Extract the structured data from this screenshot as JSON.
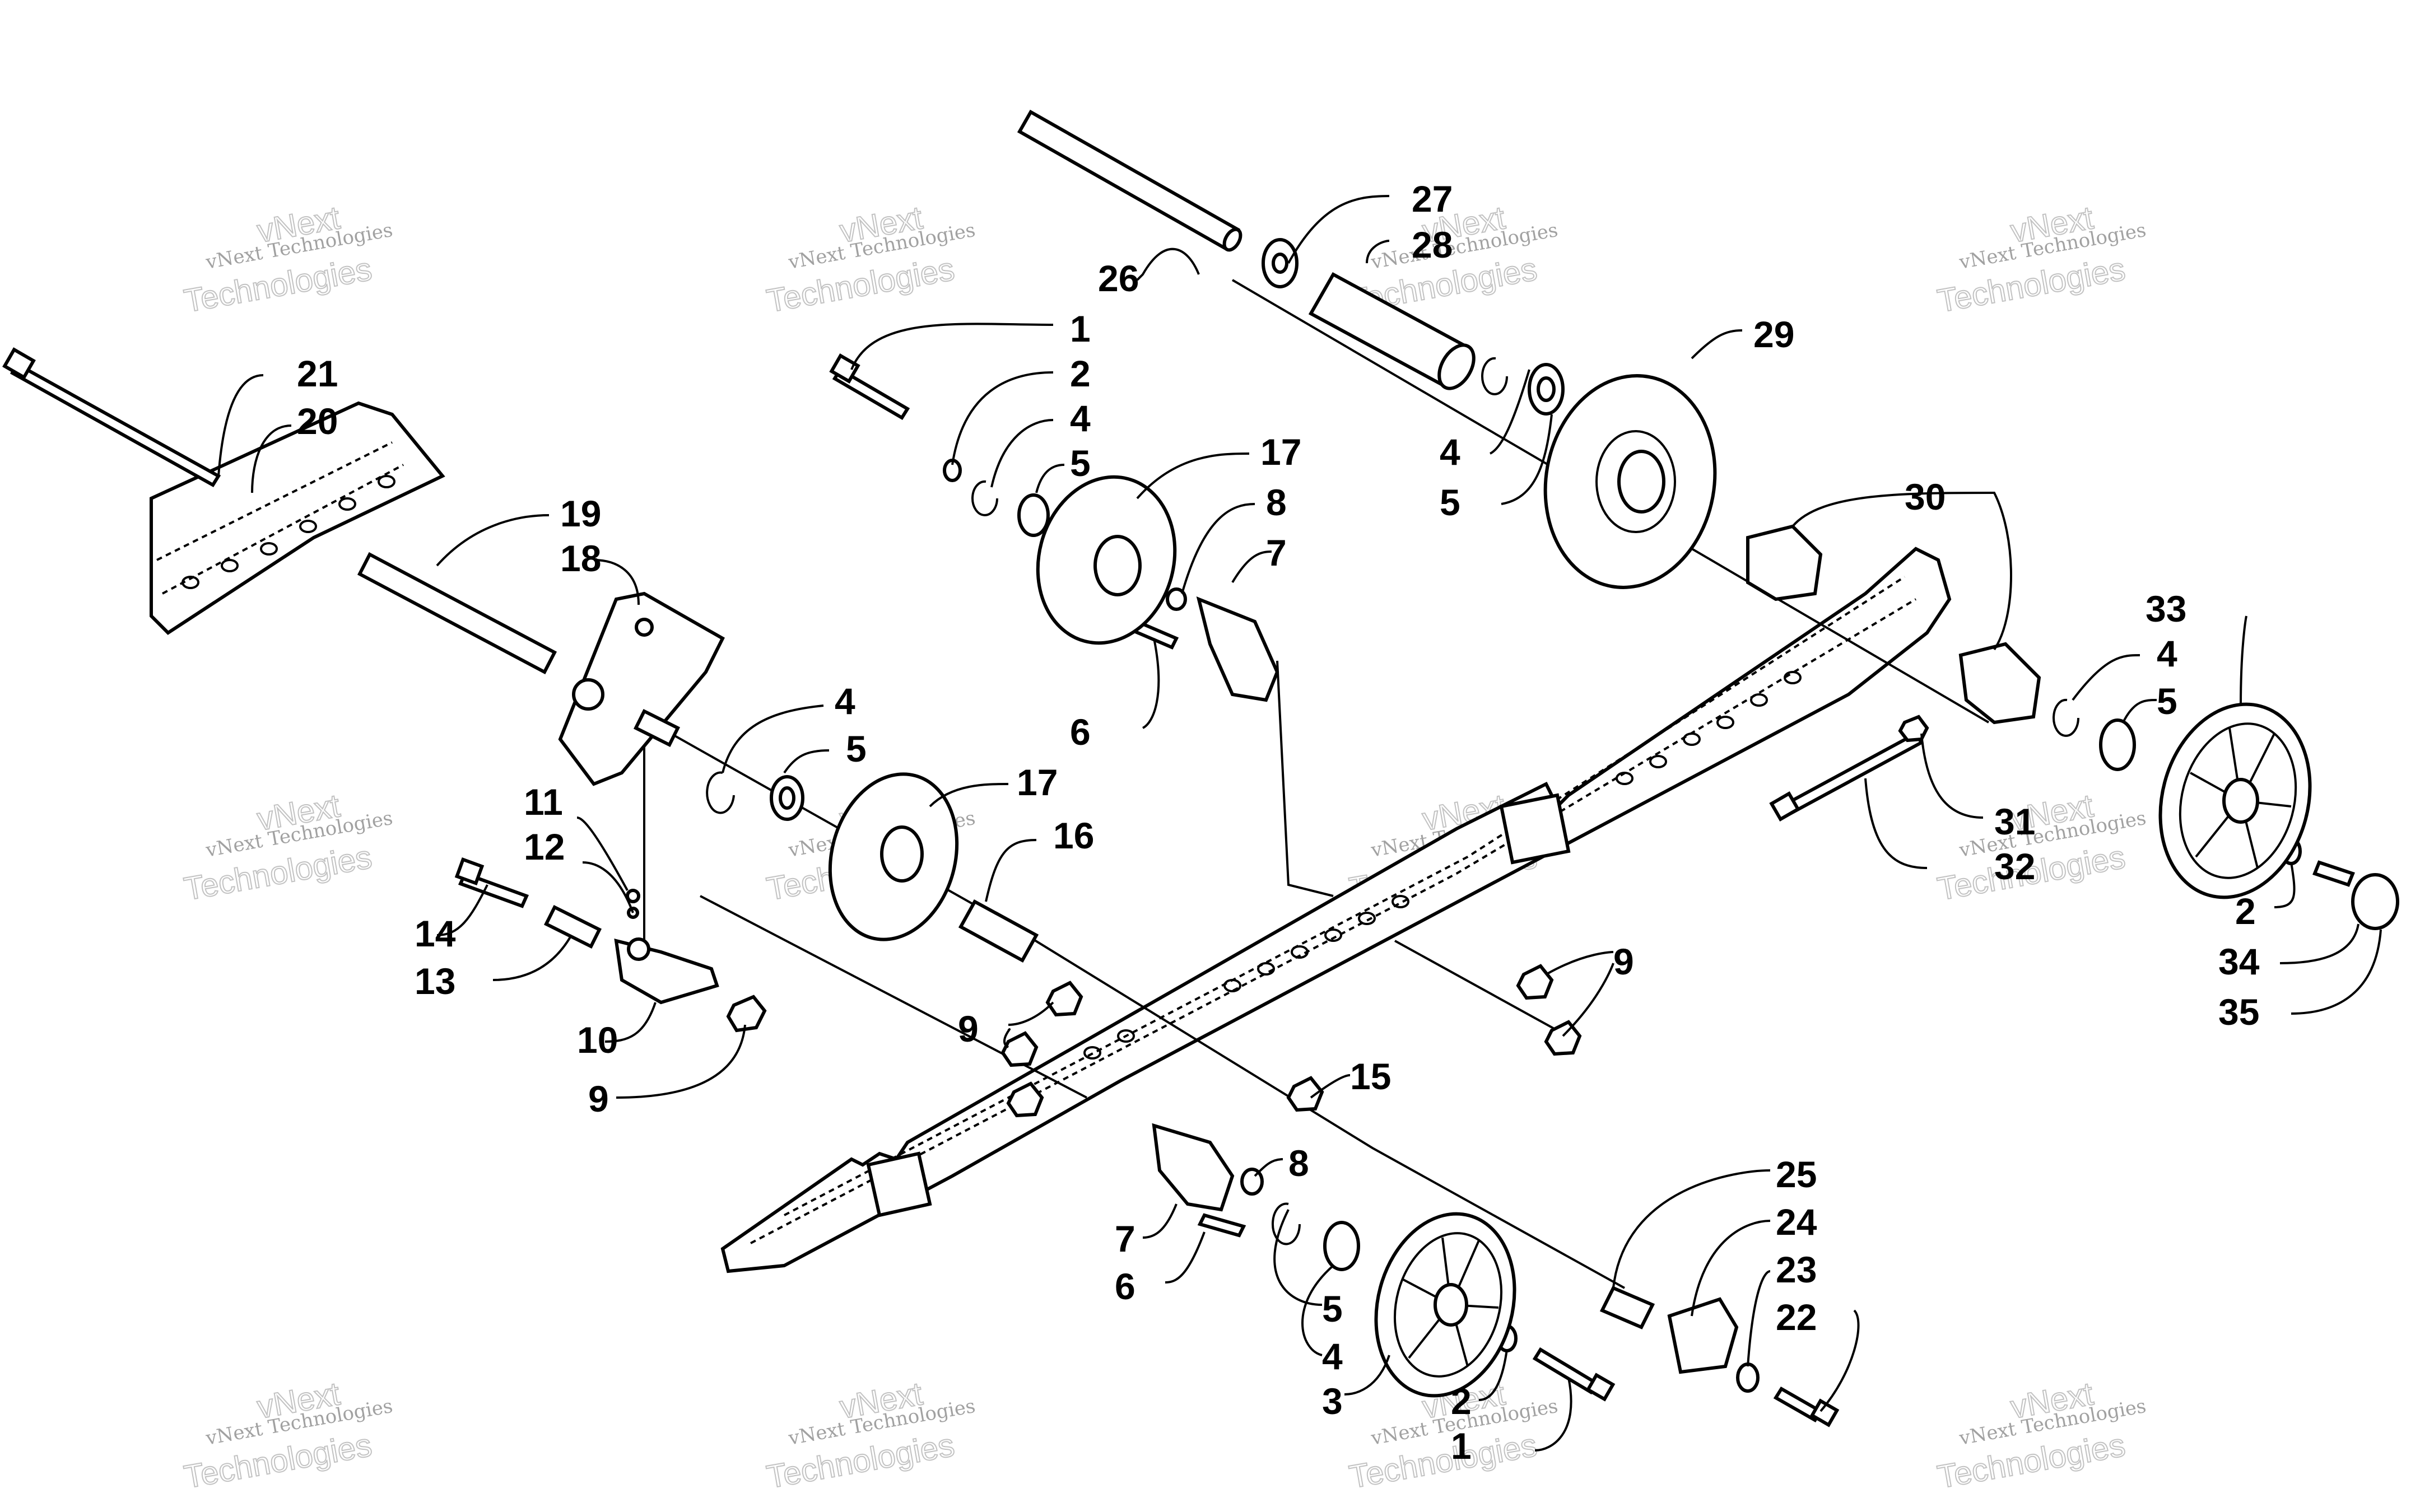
{
  "watermark": {
    "big_text": "vNext",
    "small_text": "vNext Technologies",
    "outline_text": "Technologies"
  },
  "callouts": [
    "1",
    "2",
    "3",
    "4",
    "5",
    "6",
    "7",
    "8",
    "9",
    "10",
    "11",
    "12",
    "13",
    "14",
    "15",
    "16",
    "17",
    "18",
    "19",
    "20",
    "21",
    "22",
    "23",
    "24",
    "25",
    "26",
    "27",
    "28",
    "29",
    "30",
    "31",
    "32",
    "33",
    "34",
    "35"
  ],
  "colors": {
    "line": "#000000",
    "background": "#ffffff",
    "watermark": "#9a9a9a"
  }
}
